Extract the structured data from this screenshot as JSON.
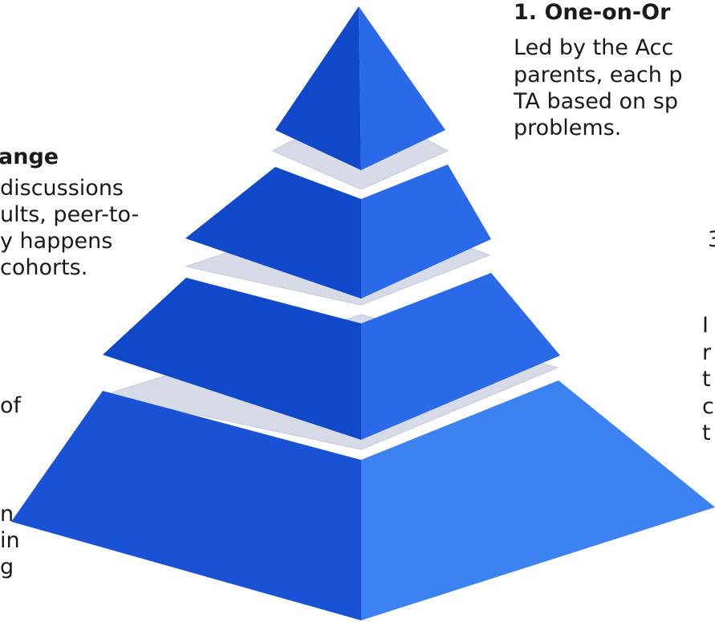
{
  "left_block": {
    "heading": "ange",
    "lines": [
      "discussions",
      "ults, peer-to-",
      "y happens",
      "cohorts."
    ]
  },
  "left_bottom_fragments": [
    "of",
    "n",
    "in",
    "g"
  ],
  "right_block": {
    "heading": "1. One-on-Or",
    "lines": [
      "Led by the Acc",
      "parents, each p",
      "TA based on sp",
      "problems."
    ]
  },
  "right_fragments": [
    "3",
    "I",
    "r",
    "t",
    "c",
    "t"
  ],
  "colors": {
    "tier_left": "#0f48c8",
    "tier_right": "#2a6ae8",
    "tier_right_bottom": "#3c82f0",
    "band": "#d7dbe8",
    "band_edge": "#b8c0d8"
  }
}
